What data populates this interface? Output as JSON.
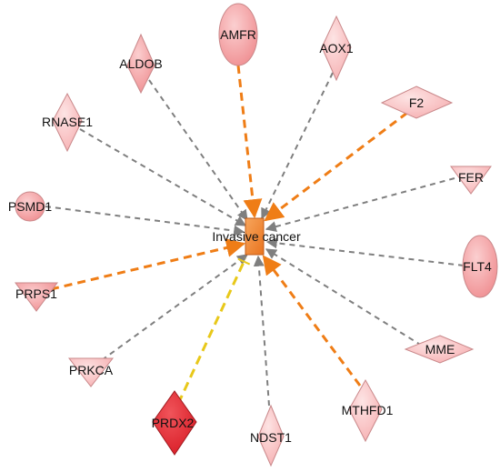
{
  "center": {
    "label": "Invasive cancer",
    "fill": "#f28c3b",
    "stroke": "#c05a16"
  },
  "legend_colors": {
    "orange_edge": "#ef7d16",
    "gray_edge": "#7f7f7f",
    "yellow_edge": "#e8c81a",
    "node_light": "#f9c0c2",
    "node_medium": "#f49fa1",
    "node_strong": "#e8262f"
  },
  "nodes": [
    {
      "id": "amfr",
      "label": "AMFR",
      "shape": "ellipse"
    },
    {
      "id": "aox1",
      "label": "AOX1",
      "shape": "diamond"
    },
    {
      "id": "aldob",
      "label": "ALDOB",
      "shape": "diamond"
    },
    {
      "id": "rnase1",
      "label": "RNASE1",
      "shape": "diamond"
    },
    {
      "id": "f2",
      "label": "F2",
      "shape": "diamond"
    },
    {
      "id": "fer",
      "label": "FER",
      "shape": "triangle-down"
    },
    {
      "id": "psmd1",
      "label": "PSMD1",
      "shape": "circle"
    },
    {
      "id": "flt4",
      "label": "FLT4",
      "shape": "ellipse"
    },
    {
      "id": "prps1",
      "label": "PRPS1",
      "shape": "triangle-down"
    },
    {
      "id": "mme",
      "label": "MME",
      "shape": "diamond"
    },
    {
      "id": "prkca",
      "label": "PRKCA",
      "shape": "triangle-down"
    },
    {
      "id": "mthfd1",
      "label": "MTHFD1",
      "shape": "diamond"
    },
    {
      "id": "prdx2",
      "label": "PRDX2",
      "shape": "diamond"
    },
    {
      "id": "ndst1",
      "label": "NDST1",
      "shape": "diamond"
    }
  ],
  "edges": [
    {
      "from": "amfr",
      "color": "orange",
      "style": "dashed",
      "head": "arrow"
    },
    {
      "from": "aox1",
      "color": "gray",
      "style": "dashed",
      "head": "arrow"
    },
    {
      "from": "aldob",
      "color": "gray",
      "style": "dashed",
      "head": "arrow"
    },
    {
      "from": "rnase1",
      "color": "gray",
      "style": "dashed",
      "head": "arrow"
    },
    {
      "from": "f2",
      "color": "orange",
      "style": "dashed",
      "head": "arrow"
    },
    {
      "from": "fer",
      "color": "gray",
      "style": "dashed",
      "head": "arrow"
    },
    {
      "from": "psmd1",
      "color": "gray",
      "style": "dashed",
      "head": "arrow"
    },
    {
      "from": "flt4",
      "color": "gray",
      "style": "dashed",
      "head": "arrow"
    },
    {
      "from": "prps1",
      "color": "orange",
      "style": "dashed",
      "head": "arrow"
    },
    {
      "from": "mme",
      "color": "gray",
      "style": "dashed",
      "head": "arrow"
    },
    {
      "from": "prkca",
      "color": "gray",
      "style": "dashed",
      "head": "arrow"
    },
    {
      "from": "mthfd1",
      "color": "orange",
      "style": "dashed",
      "head": "arrow"
    },
    {
      "from": "prdx2",
      "color": "yellow",
      "style": "dashed",
      "head": "bar"
    },
    {
      "from": "ndst1",
      "color": "gray",
      "style": "dashed",
      "head": "arrow"
    }
  ]
}
